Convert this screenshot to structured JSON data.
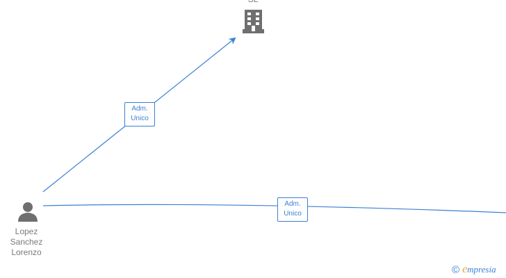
{
  "nodes": {
    "company": {
      "label": "SL",
      "icon": "building-icon"
    },
    "person": {
      "label_lines": [
        "Lopez",
        "Sanchez",
        "Lorenzo"
      ],
      "icon": "person-icon"
    }
  },
  "edges": [
    {
      "from": "person",
      "to": "company",
      "label_lines": [
        "Adm.",
        "Unico"
      ]
    },
    {
      "from": "person",
      "to": "offscreen-right",
      "label_lines": [
        "Adm.",
        "Unico"
      ]
    }
  ],
  "colors": {
    "edge": "#3a7fd5",
    "node_icon": "#6f6f6f",
    "node_text": "#7a7a7a",
    "brand_accent": "#e8a33a"
  },
  "watermark": {
    "copyright_symbol": "©",
    "brand_initial": "e",
    "brand_rest": "mpresia"
  }
}
